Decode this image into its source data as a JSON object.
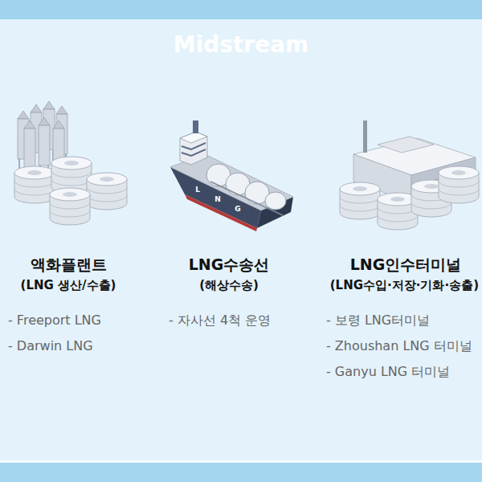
{
  "diagram": {
    "title": "Midstream",
    "labels": [
      "액화플랜트",
      "(LNG 생산/수출)",
      "- Freeport LNG",
      "- Darwin LNG",
      "LNG수송선",
      "(해상수송)",
      "- 자사선 4척 운영",
      "LNG인수터미널",
      "(LNG수입·저장·기화·송출)",
      "- 보령 LNG터미널",
      "- Zhoushan LNG 터미널",
      "- Ganyu LNG 터미널",
      "L",
      "N",
      "G"
    ]
  }
}
